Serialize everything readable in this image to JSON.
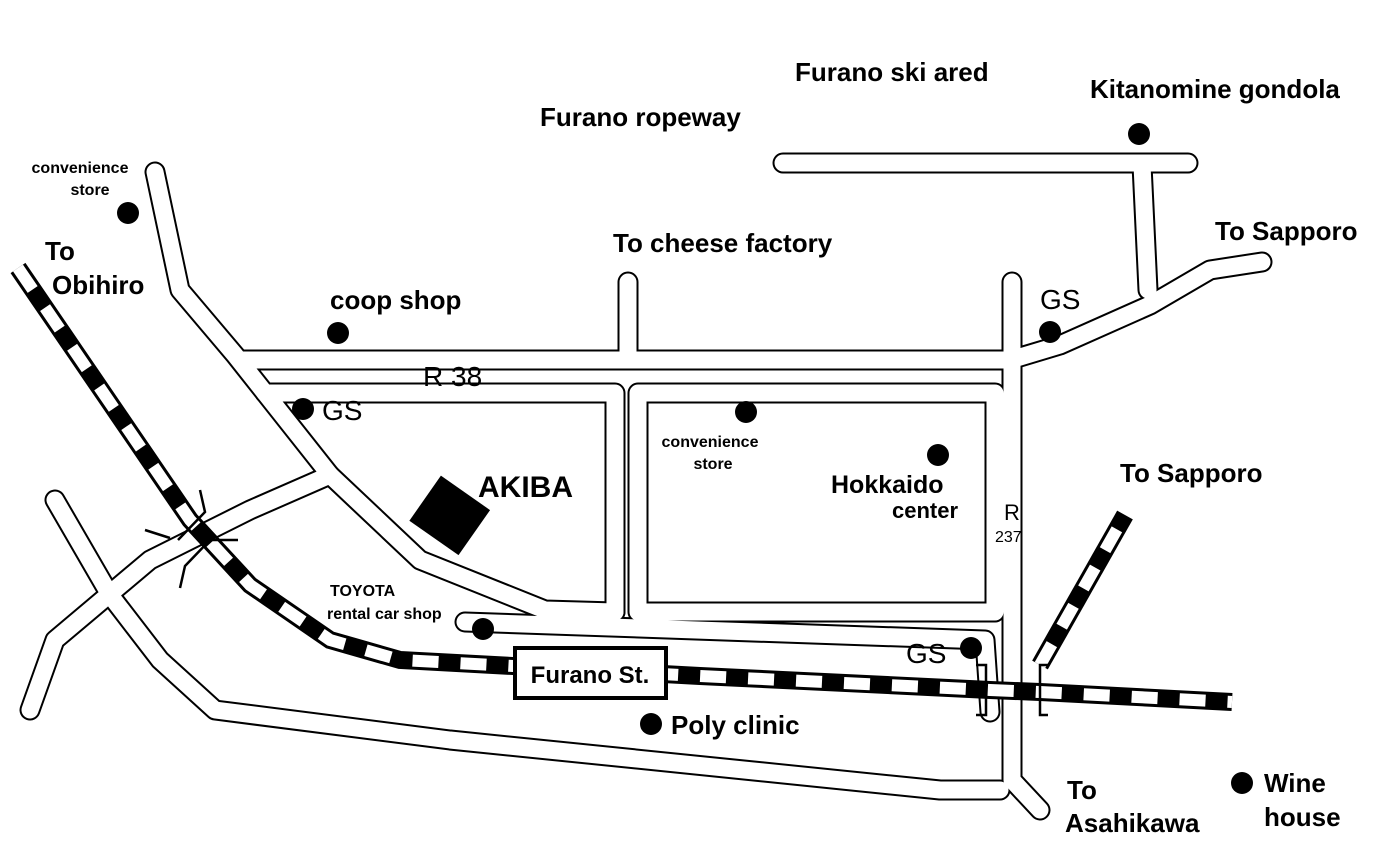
{
  "map": {
    "roads": {
      "r38": "R 38",
      "r237_top": "R",
      "r237_bottom": "237"
    },
    "station": "Furano St.",
    "landmark": "AKIBA",
    "destinations": {
      "obihiro": [
        "To",
        "Obihiro"
      ],
      "sapporo_north": "To Sapporo",
      "sapporo_east": "To Sapporo",
      "asahikawa": [
        "To",
        "Asahikawa"
      ],
      "cheese_factory": "To cheese factory"
    },
    "places": {
      "furano_ropeway": "Furano ropeway",
      "furano_ski_area": "Furano ski ared",
      "kitanomine_gondola": "Kitanomine gondola",
      "convenience_store_nw": [
        "convenience",
        "store"
      ],
      "coop_shop": "coop shop",
      "gs_west": "GS",
      "convenience_store_center": [
        "convenience",
        "store"
      ],
      "hokkaido_center": [
        "Hokkaido",
        "center"
      ],
      "gs_northeast": "GS",
      "toyota": [
        "TOYOTA",
        "rental car shop"
      ],
      "gs_station": "GS",
      "poly_clinic": "Poly clinic",
      "wine_house": [
        "Wine",
        "house"
      ]
    }
  }
}
